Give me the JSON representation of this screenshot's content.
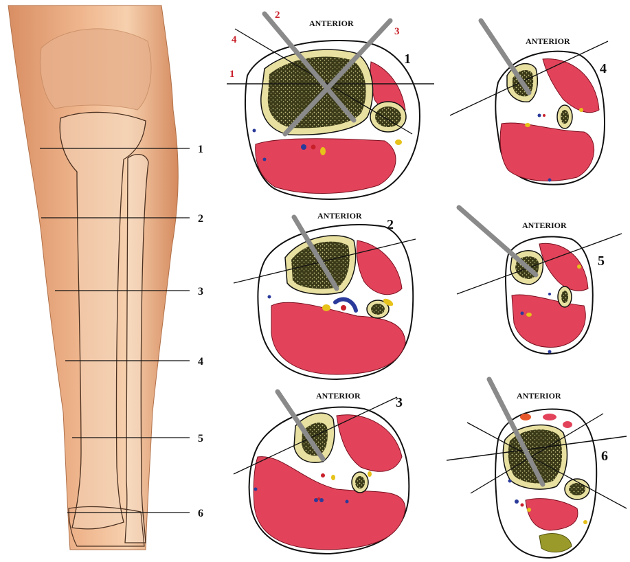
{
  "leg": {
    "level_labels": [
      "1",
      "2",
      "3",
      "4",
      "5",
      "6"
    ]
  },
  "sections": [
    {
      "number": "1",
      "orientation": "ANTERIOR",
      "trajectory_labels": [
        "1",
        "2",
        "3",
        "4"
      ]
    },
    {
      "number": "2",
      "orientation": "ANTERIOR"
    },
    {
      "number": "3",
      "orientation": "ANTERIOR"
    },
    {
      "number": "4",
      "orientation": "ANTERIOR"
    },
    {
      "number": "5",
      "orientation": "ANTERIOR"
    },
    {
      "number": "6",
      "orientation": "ANTERIOR"
    }
  ],
  "colors": {
    "skin": "#e9a77a",
    "muscle": "#e2435a",
    "bone_cortex": "#e8e0a0",
    "marrow": "#2a2a10",
    "vein": "#2a3a9a",
    "artery": "#c8202a",
    "nerve": "#e6c21a",
    "pin": "#9a9a9a",
    "trajectory_label": "#c8202a"
  }
}
